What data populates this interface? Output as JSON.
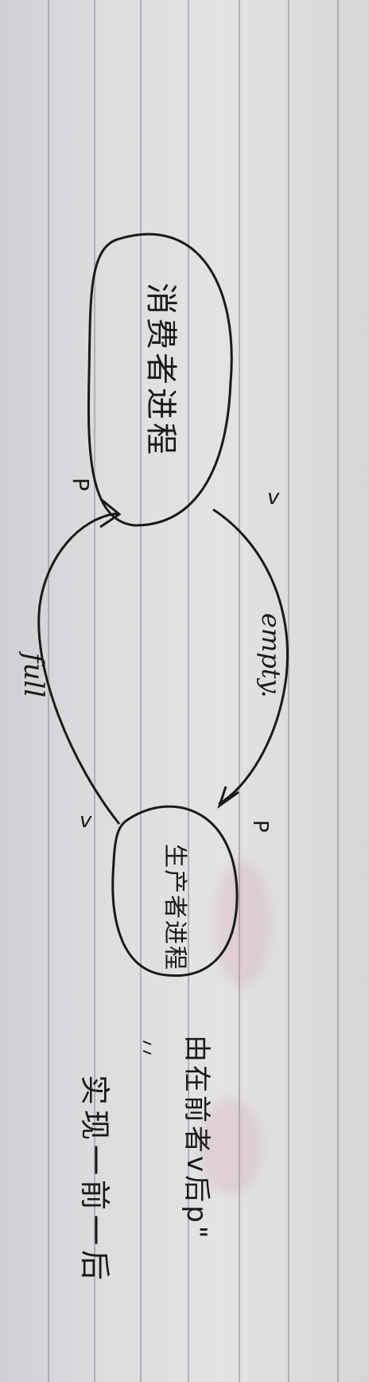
{
  "note": {
    "left_node_label": "生产者进程",
    "right_node_label": "消费者进程",
    "arrow_top_label": "full",
    "arrow_bottom_label": "empty.",
    "marks": {
      "v_left": "v",
      "p_top": "P",
      "v_right": "v",
      "p_bottom": "P"
    },
    "caption_line1": "实现一前一后",
    "caption_line2": "由在前者v后p\""
  },
  "colors": {
    "paper": "#dddee0",
    "ink": "#1a1a1a",
    "rule": "#9a9da3"
  }
}
